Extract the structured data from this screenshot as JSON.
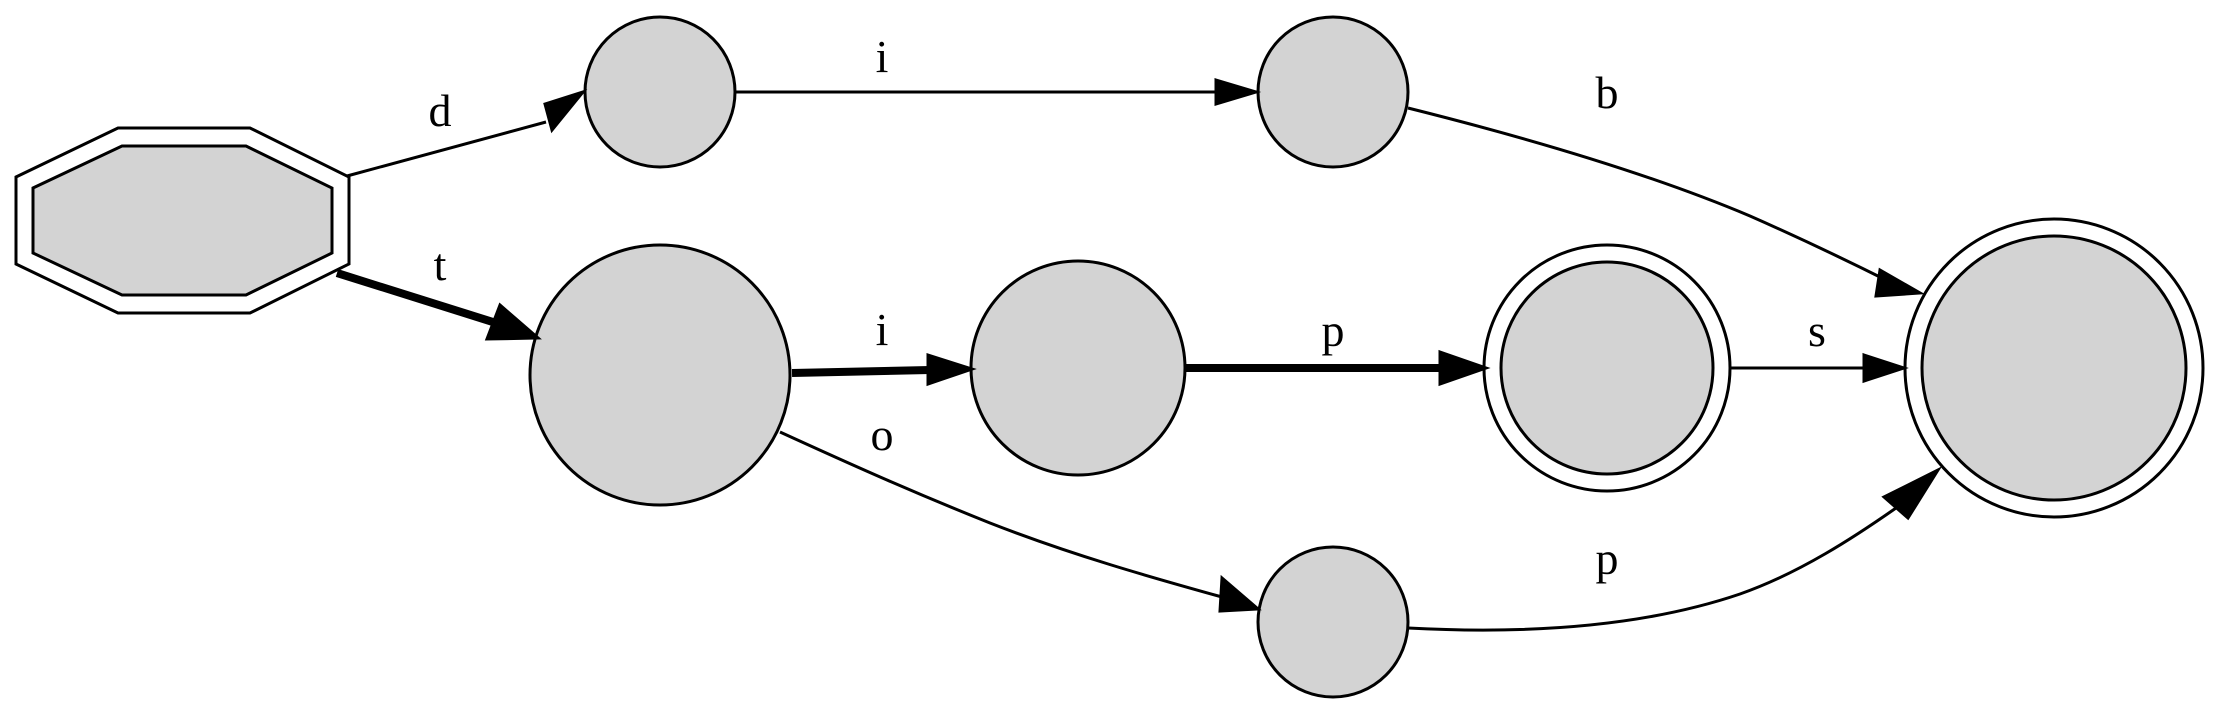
{
  "diagram": {
    "kind": "finite-state-automaton",
    "colors": {
      "node_fill": "#d3d3d3",
      "stroke": "#000000",
      "background": "#ffffff"
    },
    "nodes": [
      {
        "id": "start",
        "shape": "double-octagon",
        "accepting": false
      },
      {
        "id": "d",
        "shape": "circle",
        "accepting": false
      },
      {
        "id": "di",
        "shape": "circle",
        "accepting": false
      },
      {
        "id": "t",
        "shape": "circle",
        "accepting": false
      },
      {
        "id": "ti",
        "shape": "circle",
        "accepting": false
      },
      {
        "id": "tip",
        "shape": "double-circle",
        "accepting": true
      },
      {
        "id": "to",
        "shape": "circle",
        "accepting": false
      },
      {
        "id": "final",
        "shape": "double-circle",
        "accepting": true
      }
    ],
    "edges": [
      {
        "id": "start-d",
        "from": "start",
        "to": "d",
        "label": "d",
        "bold": false
      },
      {
        "id": "start-t",
        "from": "start",
        "to": "t",
        "label": "t",
        "bold": true
      },
      {
        "id": "d-di",
        "from": "d",
        "to": "di",
        "label": "i",
        "bold": false
      },
      {
        "id": "di-final",
        "from": "di",
        "to": "final",
        "label": "b",
        "bold": false
      },
      {
        "id": "t-ti",
        "from": "t",
        "to": "ti",
        "label": "i",
        "bold": true
      },
      {
        "id": "t-to",
        "from": "t",
        "to": "to",
        "label": "o",
        "bold": false
      },
      {
        "id": "ti-tip",
        "from": "ti",
        "to": "tip",
        "label": "p",
        "bold": true
      },
      {
        "id": "tip-final",
        "from": "tip",
        "to": "final",
        "label": "s",
        "bold": false
      },
      {
        "id": "to-final",
        "from": "to",
        "to": "final",
        "label": "p",
        "bold": false
      }
    ]
  }
}
